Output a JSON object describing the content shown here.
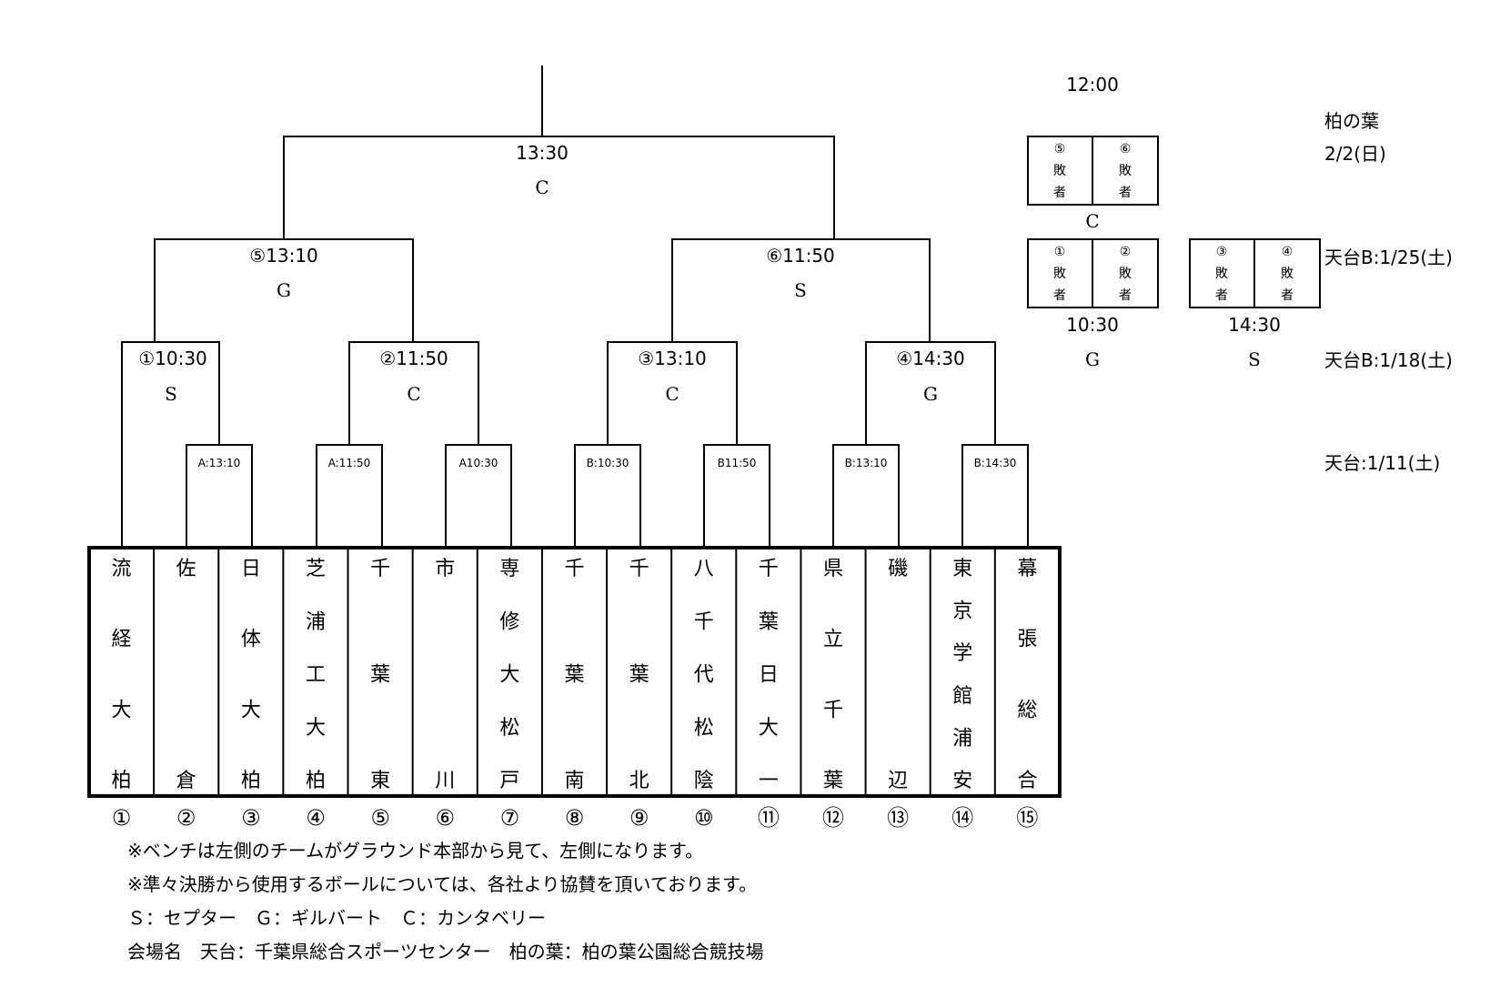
{
  "bracket": {
    "final": {
      "time": "13:30",
      "ball": "C"
    },
    "semifinals": [
      {
        "label": "⑤13:10",
        "ball": "G"
      },
      {
        "label": "⑥11:50",
        "ball": "S"
      }
    ],
    "quarterfinals": [
      {
        "label": "①10:30",
        "ball": "S"
      },
      {
        "label": "②11:50",
        "ball": "C"
      },
      {
        "label": "③13:10",
        "ball": "C"
      },
      {
        "label": "④14:30",
        "ball": "G"
      }
    ],
    "first_round": [
      "A:13:10",
      "A:11:50",
      "A10:30",
      "B:10:30",
      "B11:50",
      "B:13:10",
      "B:14:30"
    ]
  },
  "teams": [
    {
      "num": "①",
      "chars": [
        "流",
        "経",
        "大",
        "柏"
      ]
    },
    {
      "num": "②",
      "chars": [
        "佐",
        "倉"
      ]
    },
    {
      "num": "③",
      "chars": [
        "日",
        "体",
        "大",
        "柏"
      ]
    },
    {
      "num": "④",
      "chars": [
        "芝",
        "浦",
        "工",
        "大",
        "柏"
      ]
    },
    {
      "num": "⑤",
      "chars": [
        "千",
        "葉",
        "東"
      ]
    },
    {
      "num": "⑥",
      "chars": [
        "市",
        "川"
      ]
    },
    {
      "num": "⑦",
      "chars": [
        "専",
        "修",
        "大",
        "松",
        "戸"
      ]
    },
    {
      "num": "⑧",
      "chars": [
        "千",
        "葉",
        "南"
      ]
    },
    {
      "num": "⑨",
      "chars": [
        "千",
        "葉",
        "北"
      ]
    },
    {
      "num": "⑩",
      "chars": [
        "八",
        "千",
        "代",
        "松",
        "陰"
      ]
    },
    {
      "num": "⑪",
      "chars": [
        "千",
        "葉",
        "日",
        "大",
        "一"
      ]
    },
    {
      "num": "⑫",
      "chars": [
        "県",
        "立",
        "千",
        "葉"
      ]
    },
    {
      "num": "⑬",
      "chars": [
        "磯",
        "辺"
      ]
    },
    {
      "num": "⑭",
      "chars": [
        "東",
        "京",
        "学",
        "館",
        "浦",
        "安"
      ]
    },
    {
      "num": "⑮",
      "chars": [
        "幕",
        "張",
        "総",
        "合"
      ]
    }
  ],
  "consolation": {
    "top_time": "12:00",
    "third_place": {
      "left": [
        "⑤",
        "敗",
        "者"
      ],
      "right": [
        "⑥",
        "敗",
        "者"
      ],
      "ball": "C"
    },
    "match1": {
      "left": [
        "①",
        "敗",
        "者"
      ],
      "right": [
        "②",
        "敗",
        "者"
      ],
      "time": "10:30",
      "ball": "G"
    },
    "match2": {
      "left": [
        "③",
        "敗",
        "者"
      ],
      "right": [
        "④",
        "敗",
        "者"
      ],
      "time": "14:30",
      "ball": "S"
    }
  },
  "schedule": {
    "venue_label": "柏の葉",
    "day4": "2/2(日)",
    "day3": "天台B:1/25(土)",
    "day2": "天台B:1/18(土)",
    "day1": "天台:1/11(土)"
  },
  "notes": [
    "※ベンチは左側のチームがグラウンド本部から見て、左側になります。",
    "※準々決勝から使用するボールについては、各社より協賛を頂いております。",
    "Ｓ：セプター　Ｇ：ギルバート　Ｃ：カンタベリー",
    "会場名　天台：千葉県総合スポーツセンター　柏の葉：柏の葉公園総合競技場"
  ]
}
